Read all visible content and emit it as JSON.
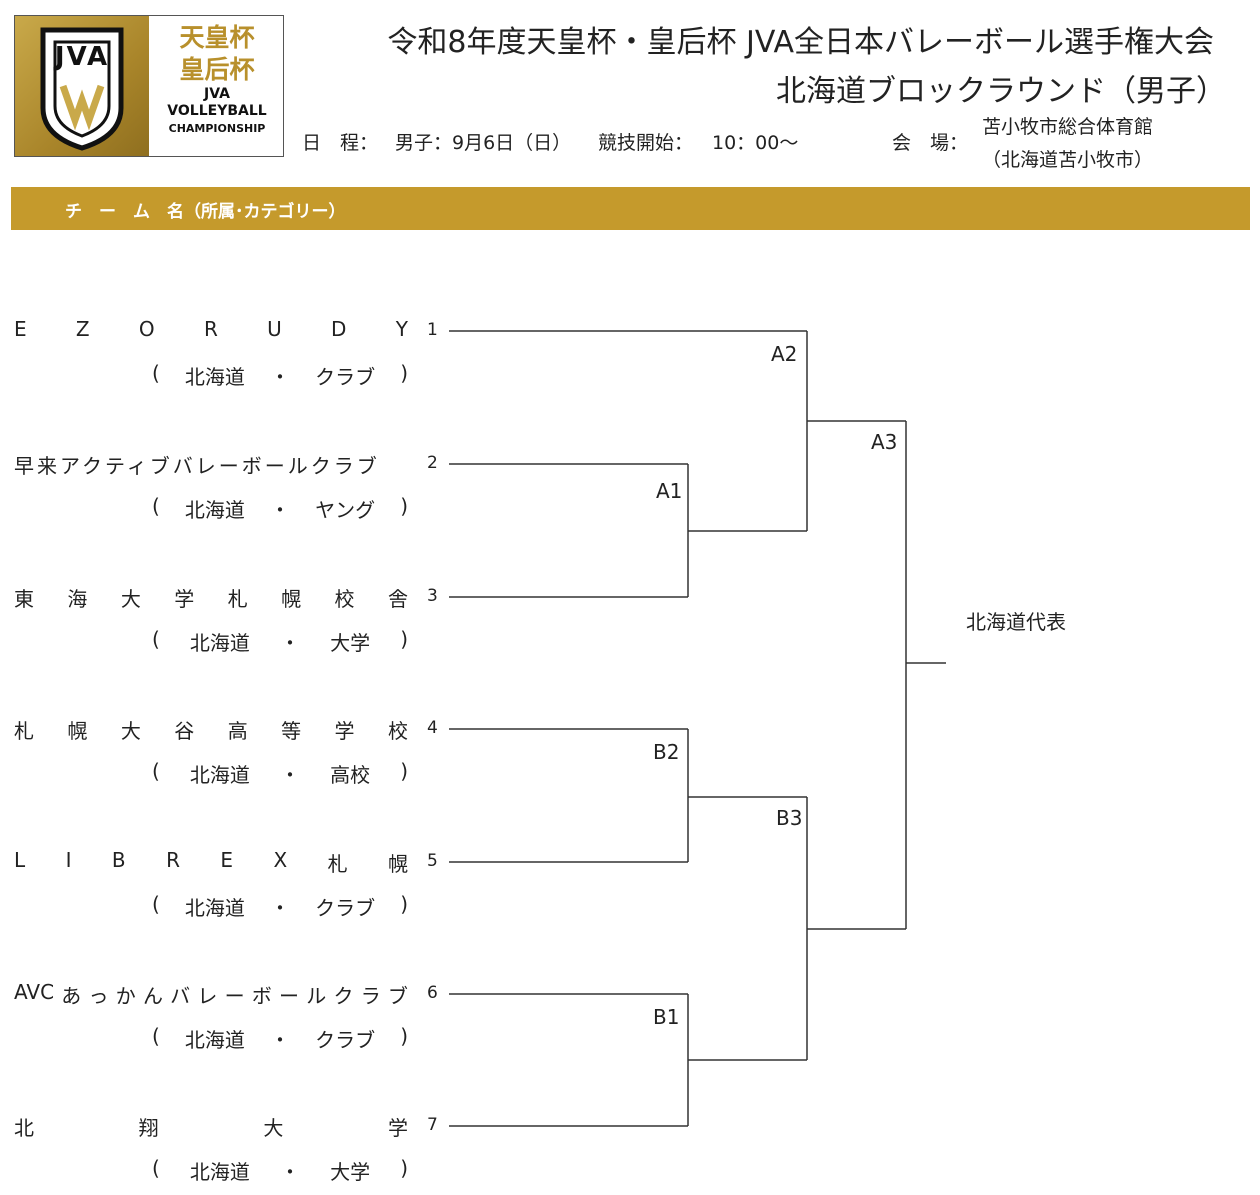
{
  "logo": {
    "mark": "JVA",
    "line1": "天皇杯",
    "line2": "皇后杯",
    "line3": "JVA",
    "line4": "VOLLEYBALL",
    "line5": "CHAMPIONSHIP"
  },
  "header": {
    "title1": "令和8年度天皇杯・皇后杯 JVA全日本バレーボール選手権大会",
    "title2": "北海道ブロックラウンド（男子）",
    "schedule_label": "日　程：",
    "schedule_value": "男子：9月6日（日）",
    "start_label": "競技開始：",
    "start_value": "10：00〜",
    "venue_label": "会　場：",
    "venue_name": "苫小牧市総合体育館",
    "venue_city": "（北海道苫小牧市）"
  },
  "bar": {
    "label": "チ　ー　ム　名（所属･カテゴリー）"
  },
  "teams": [
    {
      "seed": "1",
      "chars": [
        "E",
        "Z",
        "O",
        "R",
        "U",
        "D",
        "Y"
      ],
      "aff": [
        "(",
        "北海道",
        "・",
        "クラブ",
        ")"
      ]
    },
    {
      "seed": "2",
      "chars": [
        "早来アクティブバレーボールクラブ"
      ],
      "aff": [
        "(",
        "北海道",
        "・",
        "ヤング",
        ")"
      ]
    },
    {
      "seed": "3",
      "chars": [
        "東",
        "海",
        "大",
        "学",
        "札",
        "幌",
        "校",
        "舎"
      ],
      "aff": [
        "(",
        "北海道",
        "・",
        "大学",
        ")"
      ]
    },
    {
      "seed": "4",
      "chars": [
        "札",
        "幌",
        "大",
        "谷",
        "高",
        "等",
        "学",
        "校"
      ],
      "aff": [
        "(",
        "北海道",
        "・",
        "高校",
        ")"
      ]
    },
    {
      "seed": "5",
      "chars": [
        "L",
        "I",
        "B",
        "R",
        "E",
        "X",
        "札",
        "幌"
      ],
      "aff": [
        "(",
        "北海道",
        "・",
        "クラブ",
        ")"
      ]
    },
    {
      "seed": "6",
      "chars": [
        "AVC",
        "あ",
        "っ",
        "か",
        "ん",
        "バ",
        "レ",
        "ー",
        "ボ",
        "ー",
        "ル",
        "ク",
        "ラ",
        "ブ"
      ],
      "aff": [
        "(",
        "北海道",
        "・",
        "クラブ",
        ")"
      ]
    },
    {
      "seed": "7",
      "chars": [
        "北",
        "翔",
        "大",
        "学"
      ],
      "aff": [
        "(",
        "北海道",
        "・",
        "大学",
        ")"
      ]
    }
  ],
  "matches": {
    "a1": "A1",
    "a2": "A2",
    "a3": "A3",
    "b1": "B1",
    "b2": "B2",
    "b3": "B3"
  },
  "winner_label": "北海道代表"
}
